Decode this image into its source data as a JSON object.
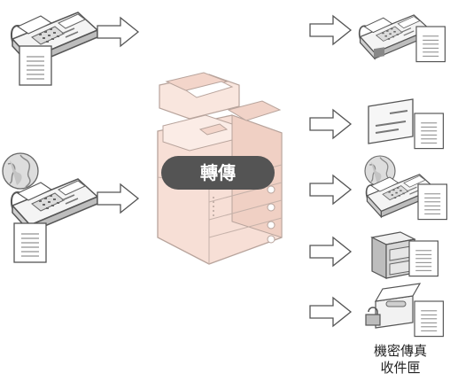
{
  "center": {
    "label": "轉傳"
  },
  "secure_box": {
    "line1": "機密傳真",
    "line2": "收件匣"
  },
  "inputs": [
    {
      "name": "fax"
    },
    {
      "name": "internet-fax"
    }
  ],
  "outputs": [
    {
      "name": "fax"
    },
    {
      "name": "email"
    },
    {
      "name": "internet-fax"
    },
    {
      "name": "file-server"
    },
    {
      "name": "secure-inbox"
    }
  ],
  "colors": {
    "device_body": "#f7dfd6",
    "device_outline": "#b8a49c",
    "pill": "#545454",
    "pill_text": "#ffffff",
    "fax_body": "#e8e8e8",
    "outline": "#555555"
  }
}
